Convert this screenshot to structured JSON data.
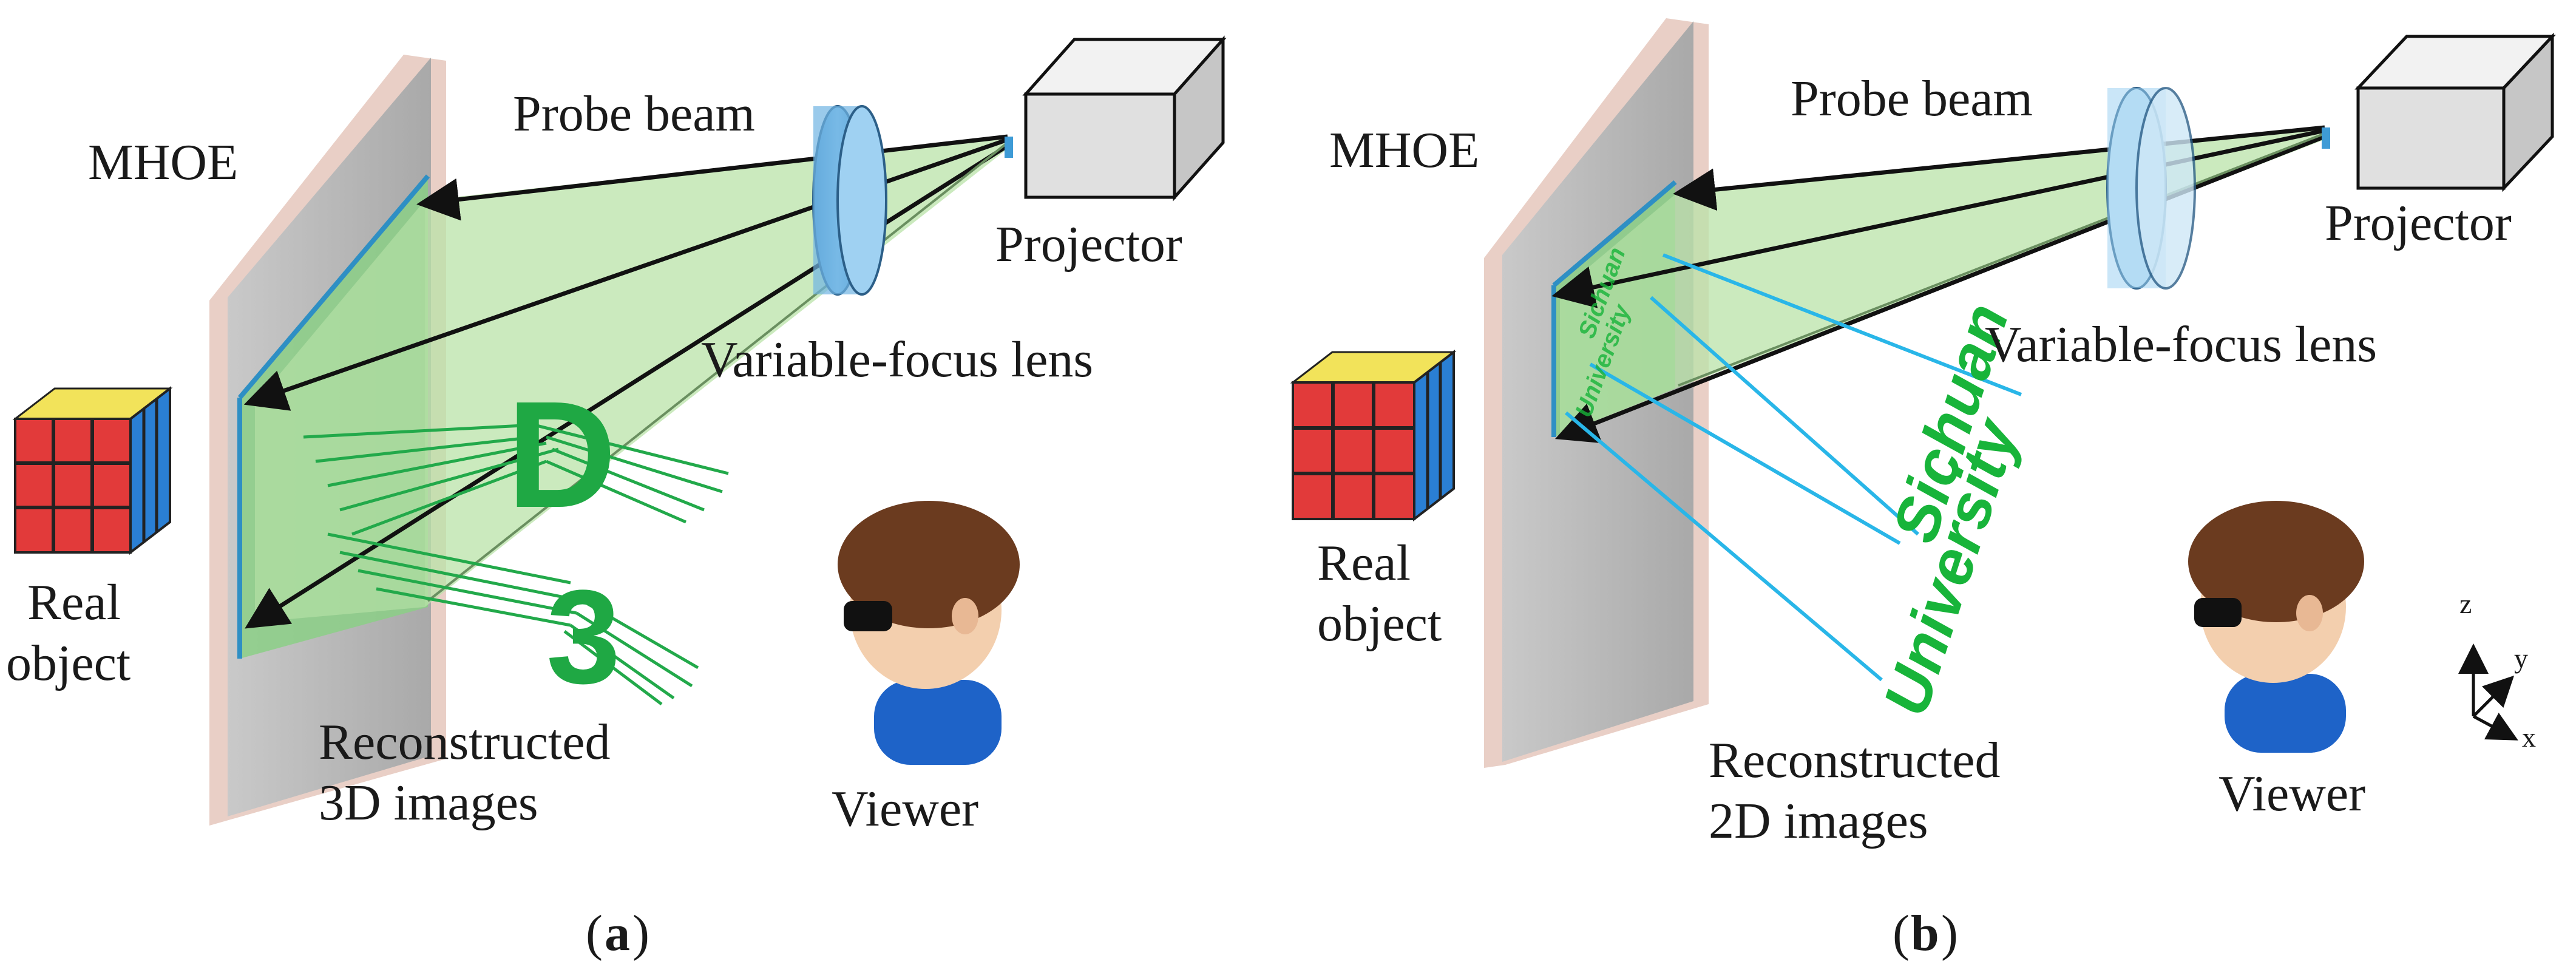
{
  "panel_a": {
    "mhoe_label": "MHOE",
    "probe_beam_label": "Probe beam",
    "projector_label": "Projector",
    "lens_label": "Variable-focus lens",
    "real_object_line1": "Real",
    "real_object_line2": "object",
    "reconstructed_line1": "Reconstructed",
    "reconstructed_line2": "3D images",
    "viewer_label": "Viewer",
    "letter_d": "D",
    "letter_3": "3",
    "caption_open": "(",
    "caption_letter": "a",
    "caption_close": ")"
  },
  "panel_b": {
    "mhoe_label": "MHOE",
    "probe_beam_label": "Probe beam",
    "projector_label": "Projector",
    "lens_label": "Variable-focus lens",
    "real_object_line1": "Real",
    "real_object_line2": "object",
    "reconstructed_line1": "Reconstructed",
    "reconstructed_line2": "2D images",
    "viewer_label": "Viewer",
    "image_word1": "Sichuan",
    "image_word2": "University",
    "caption_open": "(",
    "caption_letter": "b",
    "caption_close": ")"
  },
  "axes": {
    "z": "z",
    "y": "y",
    "x": "x"
  },
  "colors": {
    "beam": "#b9e3a8",
    "green_rays": "#22a94a",
    "blue_rays": "#29b6e8",
    "plate": "#b3b3b3",
    "lens": "#6fb3e3"
  }
}
